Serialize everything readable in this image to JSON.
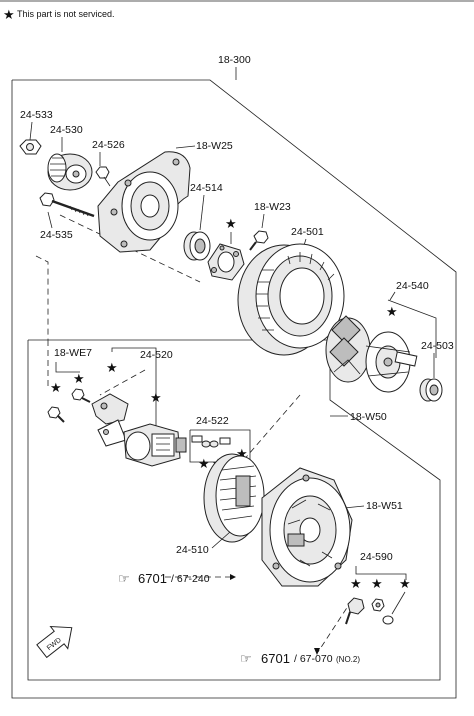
{
  "header": {
    "note_star": "★",
    "note_text": "This part is not serviced."
  },
  "labels": {
    "assembly": "18-300",
    "nut": "24-533",
    "pulley": "24-530",
    "screw_526": "24-526",
    "front_cover": "18-W25",
    "bearing": "24-514",
    "screw_w23": "18-W23",
    "stator": "24-501",
    "bolt": "24-535",
    "rotor": "24-540",
    "rear_bearing": "24-503",
    "regulator_kit": "18-WE7",
    "regulator": "24-520",
    "brush_kit": "24-522",
    "rear_set": "18-W50",
    "rear_cover": "18-W51",
    "rectifier": "24-510",
    "terminal_set": "24-590"
  },
  "references": [
    {
      "symbol": "☞",
      "code": "6701",
      "page": "/ 67-240",
      "note": ""
    },
    {
      "symbol": "☞",
      "code": "6701",
      "page": "/ 67-070",
      "note": "(NO.2)"
    }
  ],
  "direction_tag": "FWD",
  "star_glyph": "★"
}
